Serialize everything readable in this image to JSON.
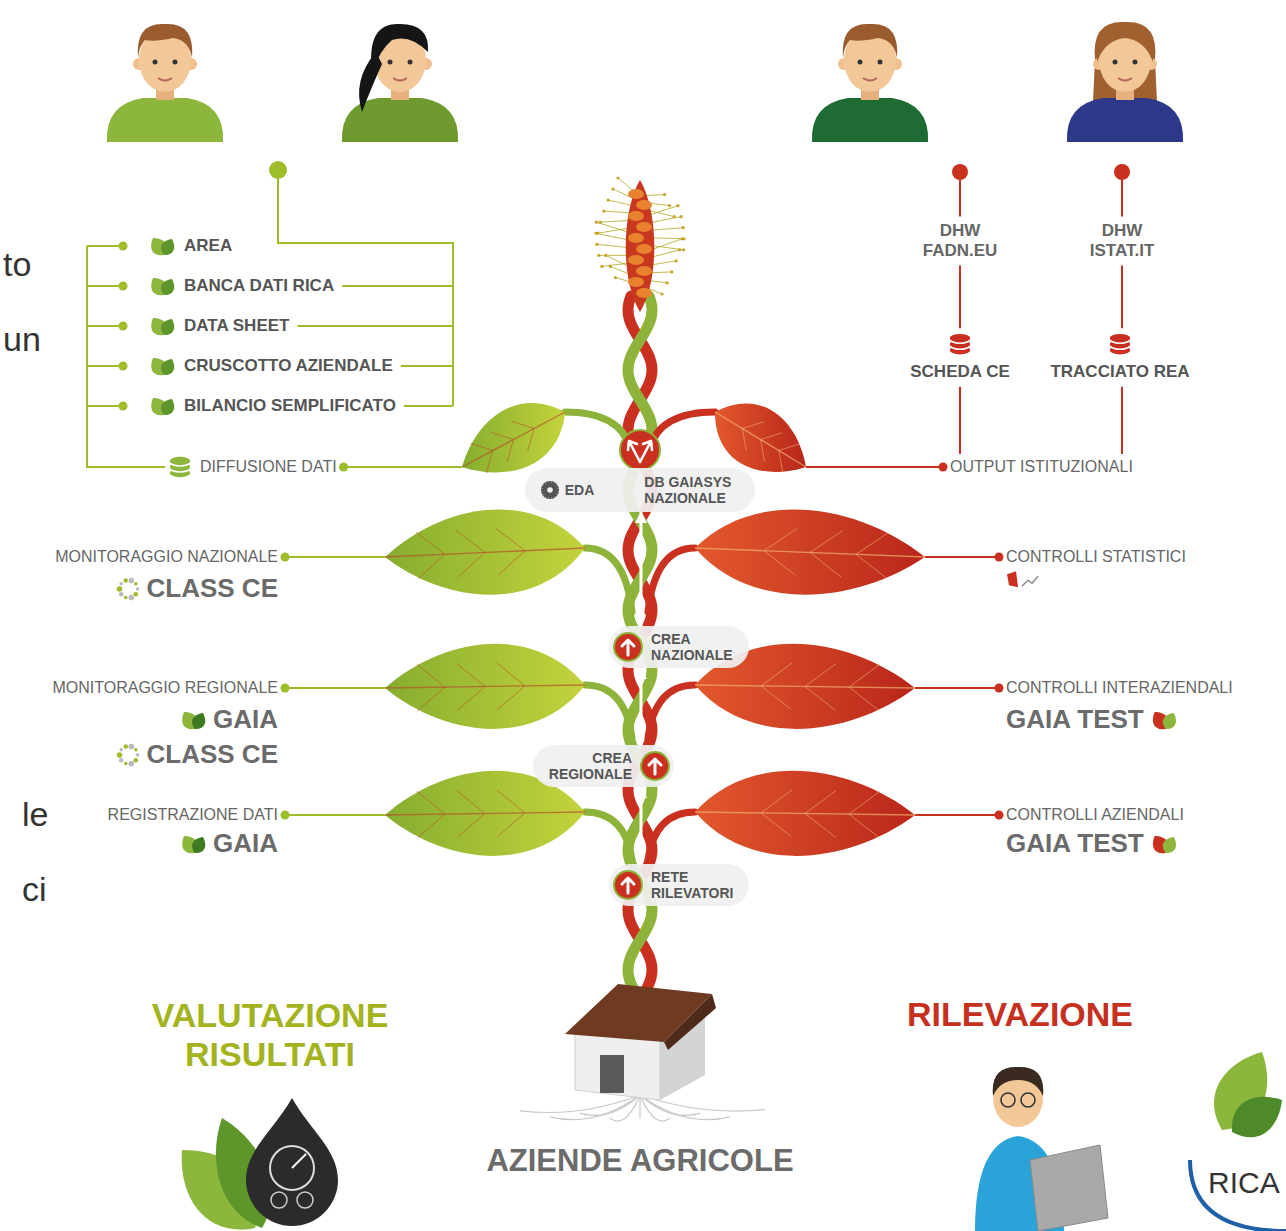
{
  "diagram": {
    "nodes": [
      {
        "text": [
          "EDA",
          "DB GAIASYS NAZIONALE"
        ]
      },
      {
        "text": [
          "CREA NAZIONALE"
        ]
      },
      {
        "text": [
          "CREA REGIONALE"
        ]
      },
      {
        "text": [
          "RETE RILEVATORI"
        ]
      }
    ],
    "edges": [
      {
        "from": 3,
        "to": 2,
        "arrow": "to"
      },
      {
        "from": 2,
        "to": 1,
        "arrow": "to"
      },
      {
        "from": 1,
        "to": 0,
        "arrow": "to"
      }
    ],
    "labels": [
      "to",
      "un",
      "AREA",
      "BANCA DATI RICA",
      "DATA SHEET",
      "CRUSCOTTO AZIENDALE",
      "BILANCIO SEMPLIFICATO",
      "DIFFUSIONE DATI",
      "DHW FADN.EU",
      "DHW ISTAT.IT",
      "SCHEDA CE",
      "TRACCIATO REA",
      "OUTPUT ISTITUZIONALI",
      "MONITORAGGIO NAZIONALE",
      "CLASS CE",
      "CONTROLLI STATISTICI",
      "MONITORAGGIO REGIONALE",
      "GAIA",
      "CLASS CE",
      "CONTROLLI INTERAZIENDALI",
      "GAIA TEST",
      "le",
      "ci",
      "REGISTRAZIONE DATI",
      "GAIA",
      "CONTROLLI AZIENDALI",
      "GAIA TEST",
      "VALUTAZIONE RISULTATI",
      "RILEVAZIONE",
      "AZIENDE AGRICOLE",
      "RICA"
    ]
  }
}
